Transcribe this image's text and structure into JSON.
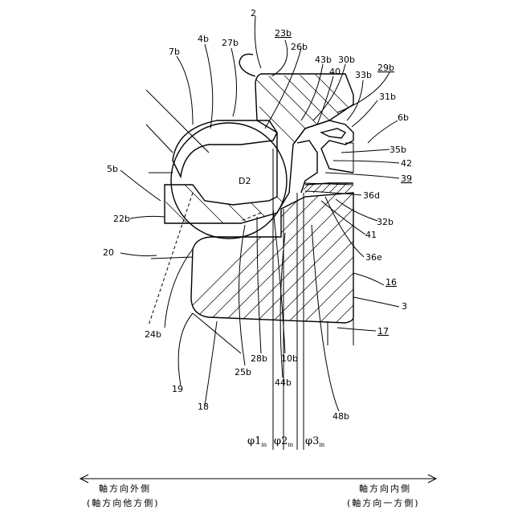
{
  "labels": {
    "fig_ref": "2",
    "l_4b": "4b",
    "l_27b": "27b",
    "l_23b": "23b",
    "l_26b": "26b",
    "l_7b": "7b",
    "l_43b": "43b",
    "l_30b": "30b",
    "l_29b": "29b",
    "l_40": "40",
    "l_33b": "33b",
    "l_31b": "31b",
    "l_6b": "6b",
    "l_35b": "35b",
    "l_42": "42",
    "l_39": "39",
    "l_5b": "5b",
    "l_D2": "D2",
    "l_36d": "36d",
    "l_22b": "22b",
    "l_32b": "32b",
    "l_41": "41",
    "l_20": "20",
    "l_36e": "36e",
    "l_16": "16",
    "l_3": "3",
    "l_17": "17",
    "l_24b": "24b",
    "l_28b": "28b",
    "l_10b": "10b",
    "l_25b": "25b",
    "l_44b": "44b",
    "l_19": "19",
    "l_18": "18",
    "l_48b": "48b"
  },
  "diameters": {
    "phi": "φ",
    "d1": "1",
    "d2": "2",
    "d3": "3",
    "sub": "in"
  },
  "directions": {
    "outer_line1": "軸方向外側",
    "outer_line2": "(軸方向他方側)",
    "inner_line1": "軸方向内側",
    "inner_line2": "(軸方向一方側)"
  }
}
